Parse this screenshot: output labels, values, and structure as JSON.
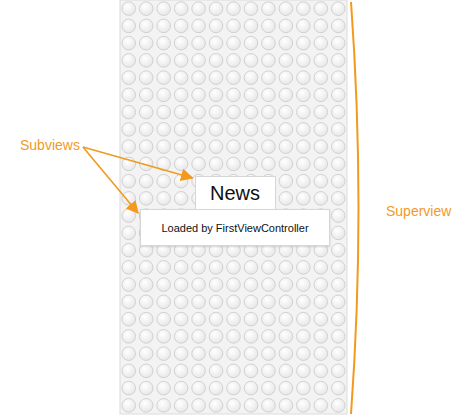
{
  "diagram": {
    "nodes": [
      {
        "text": [
          "News"
        ]
      },
      {
        "text": [
          "Loaded by FirstViewController"
        ]
      }
    ],
    "labels": [
      "Subviews",
      "Superview"
    ]
  }
}
